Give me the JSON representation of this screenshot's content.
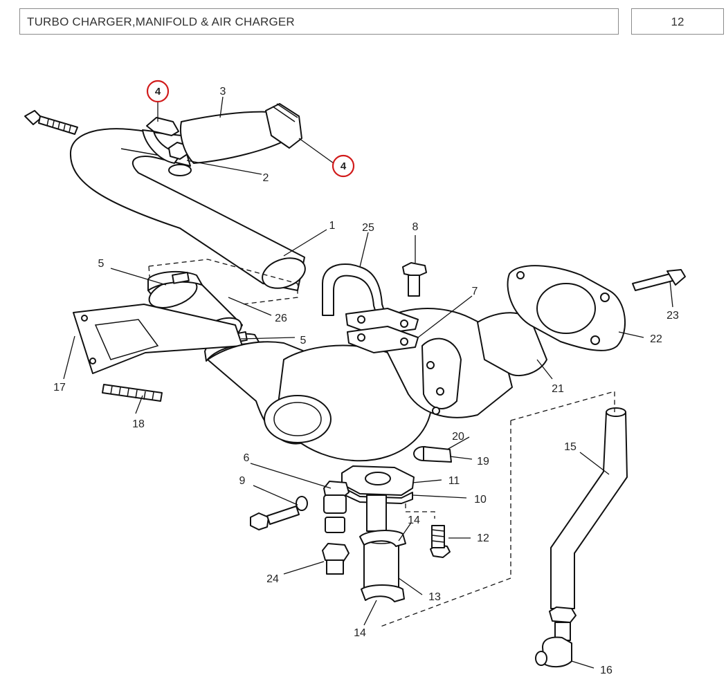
{
  "header": {
    "title": "TURBO CHARGER,MANIFOLD & AIR CHARGER",
    "page_number": "12"
  },
  "highlight_color": "#d11b1b",
  "callouts": {
    "c1": "1",
    "c2": "2",
    "c3": "3",
    "c4a": "4",
    "c4b": "4",
    "c5a": "5",
    "c5b": "5",
    "c6": "6",
    "c7": "7",
    "c8": "8",
    "c9": "9",
    "c10": "10",
    "c11": "11",
    "c12": "12",
    "c13": "13",
    "c14a": "14",
    "c14b": "14",
    "c15": "15",
    "c16": "16",
    "c17": "17",
    "c18": "18",
    "c19": "19",
    "c20": "20",
    "c21": "21",
    "c22": "22",
    "c23": "23",
    "c24": "24",
    "c25": "25",
    "c26": "26"
  }
}
